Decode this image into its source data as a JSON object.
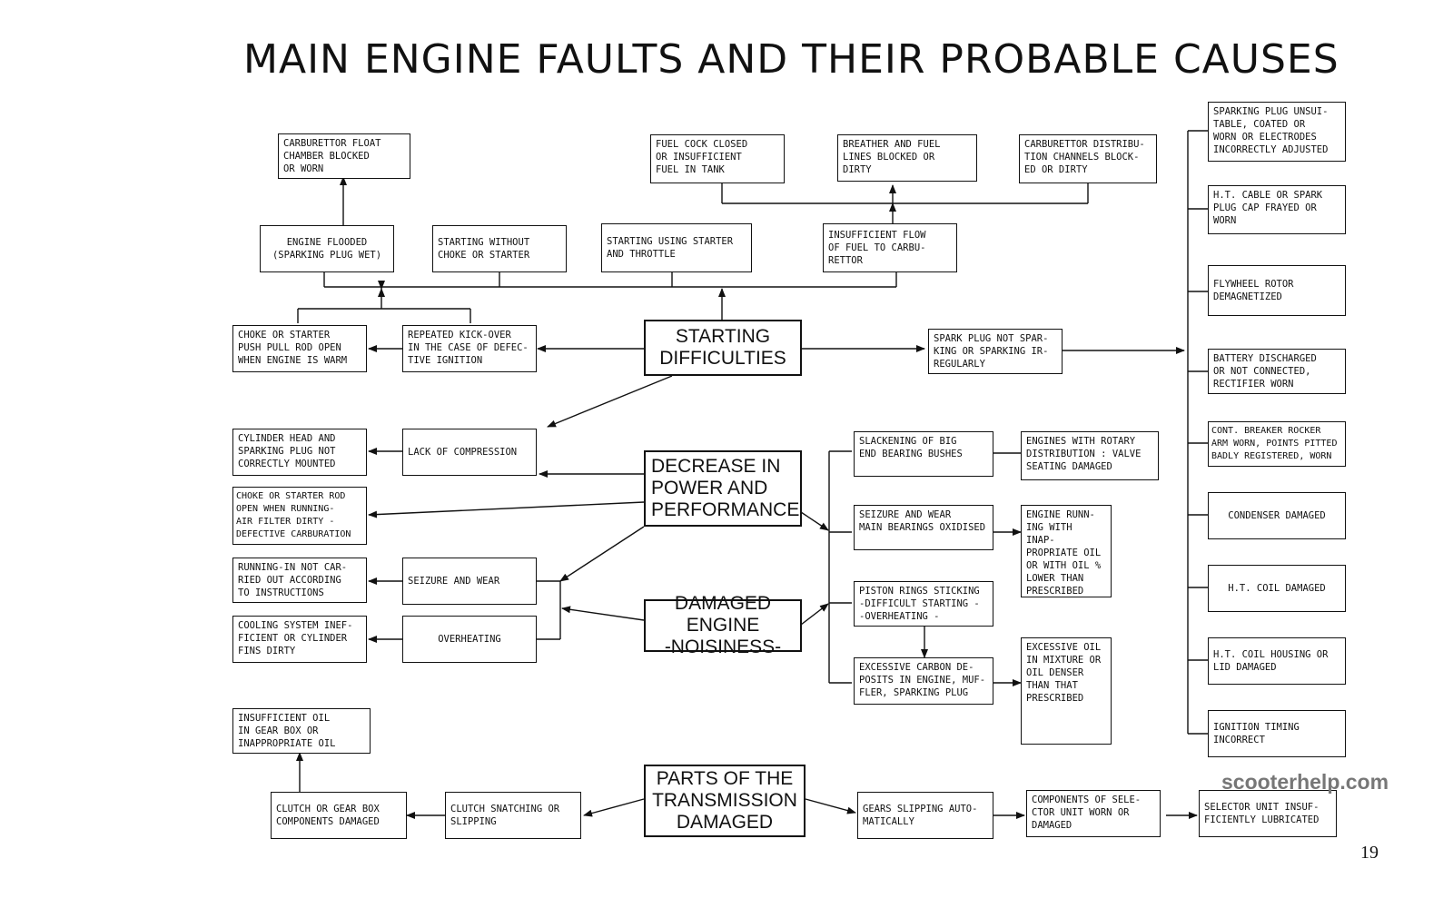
{
  "title": "MAIN ENGINE FAULTS AND THEIR PROBABLE CAUSES",
  "watermark": "scooterhelp.com",
  "page_number": "19",
  "main_faults": {
    "starting": "STARTING\nDIFFICULTIES",
    "power": "DECREASE IN\nPOWER AND\nPERFORMANCE",
    "noise": "DAMAGED ENGINE\n-NOISINESS-",
    "transmission": "PARTS OF THE\nTRANSMISSION\nDAMAGED"
  },
  "starting_causes": {
    "float_chamber": "CARBURETTOR FLOAT\nCHAMBER BLOCKED\nOR WORN",
    "engine_flooded": "ENGINE FLOODED\n(SPARKING PLUG WET)",
    "without_choke": "STARTING WITHOUT\nCHOKE OR STARTER",
    "using_starter": "STARTING USING STARTER\nAND THROTTLE",
    "insufficient_flow": "INSUFFICIENT FLOW\nOF FUEL TO CARBU-\nRETTOR",
    "fuel_cock": "FUEL COCK CLOSED\nOR INSUFFICIENT\nFUEL IN TANK",
    "breather": "BREATHER AND FUEL\nLINES BLOCKED OR\nDIRTY",
    "distribution": "CARBURETTOR DISTRIBU-\nTION CHANNELS BLOCK-\nED OR DIRTY",
    "push_pull_rod": "CHOKE OR STARTER\nPUSH PULL ROD OPEN\nWHEN ENGINE IS WARM",
    "repeated_kick": "REPEATED KICK-OVER\nIN THE CASE OF DEFEC-\nTIVE IGNITION",
    "spark_plug": "SPARK PLUG NOT SPAR-\nKING OR SPARKING IR-\nREGULARLY"
  },
  "ignition_causes": [
    "SPARKING PLUG UNSUI-\nTABLE, COATED OR\nWORN OR ELECTRODES\nINCORRECTLY ADJUSTED",
    "H.T. CABLE OR SPARK\nPLUG CAP FRAYED OR\nWORN",
    "FLYWHEEL ROTOR\nDEMAGNETIZED",
    "BATTERY DISCHARGED\nOR NOT CONNECTED,\nRECTIFIER WORN",
    "CONT. BREAKER ROCKER\nARM WORN, POINTS PITTED\nBADLY REGISTERED, WORN",
    "CONDENSER DAMAGED",
    "H.T. COIL DAMAGED",
    "H.T. COIL HOUSING OR\nLID DAMAGED",
    "IGNITION TIMING\nINCORRECT"
  ],
  "power_causes": {
    "lack_compression": "LACK OF COMPRESSION",
    "head_mounted": "CYLINDER HEAD AND\nSPARKING PLUG NOT\nCORRECTLY MOUNTED",
    "choke_rod": "CHOKE OR STARTER ROD\nOPEN WHEN RUNNING-\nAIR FILTER DIRTY -\nDEFECTIVE CARBURATION",
    "seizure": "SEIZURE AND WEAR",
    "running_in": "RUNNING-IN NOT CAR-\nRIED OUT ACCORDING\nTO INSTRUCTIONS",
    "overheating": "OVERHEATING",
    "cooling": "COOLING SYSTEM INEF-\nFICIENT OR CYLINDER\nFINS DIRTY"
  },
  "noise_causes": {
    "big_end": "SLACKENING OF BIG\nEND BEARING BUSHES",
    "rotary": "ENGINES WITH ROTARY\nDISTRIBUTION : VALVE\nSEATING DAMAGED",
    "main_bearings": "SEIZURE AND WEAR\nMAIN BEARINGS OXIDISED",
    "inappropriate_oil": "ENGINE RUNN-\nING WITH INAP-\nPROPRIATE OIL\nOR WITH OIL %\nLOWER THAN\nPRESCRIBED",
    "piston_rings": "PISTON RINGS STICKING\n-DIFFICULT STARTING -\n-OVERHEATING -",
    "carbon": "EXCESSIVE CARBON DE-\nPOSITS IN ENGINE, MUF-\nFLER, SPARKING PLUG",
    "excessive_oil": "EXCESSIVE OIL\nIN MIXTURE OR\nOIL DENSER\nTHAN THAT\nPRESCRIBED"
  },
  "transmission_causes": {
    "gear_oil": "INSUFFICIENT OIL\nIN GEAR BOX OR\nINAPPROPRIATE OIL",
    "clutch_gear": "CLUTCH OR GEAR BOX\nCOMPONENTS DAMAGED",
    "clutch_snatching": "CLUTCH SNATCHING OR\nSLIPPING",
    "gears_slipping": "GEARS SLIPPING AUTO-\nMATICALLY",
    "selector_worn": "COMPONENTS OF SELE-\nCTOR UNIT WORN OR\nDAMAGED",
    "selector_lubricated": "SELECTOR UNIT INSUF-\nFICIENTLY LUBRICATED"
  }
}
